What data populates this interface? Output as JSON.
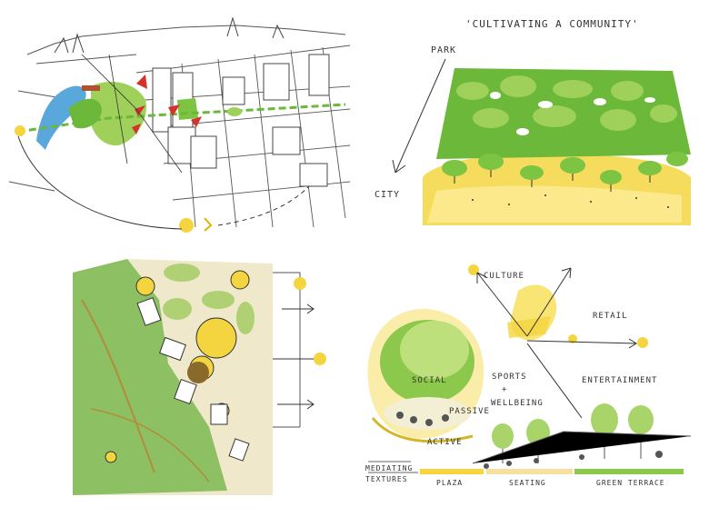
{
  "panel2": {
    "title": "'CULTIVATING A COMMUNITY'",
    "axis_top": "PARK",
    "axis_bottom": "CITY"
  },
  "panel4": {
    "labels": {
      "culture": "CULTURE",
      "retail": "RETAIL",
      "entertainment": "ENTERTAINMENT",
      "social": "SOCIAL",
      "sports": "SPORTS",
      "plus": "+",
      "wellbeing": "WELLBEING",
      "passive": "PASSIVE",
      "active": "ACTIVE",
      "mediating1": "MEDIATING",
      "mediating2": "TEXTURES",
      "plaza": "PLAZA",
      "seating": "SEATING",
      "green": "GREEN TERRACE"
    }
  },
  "colors": {
    "green": "#6bb83a",
    "yellow": "#f4d540",
    "blue": "#5aa7dc",
    "red": "#d6312a",
    "ink": "#333333"
  }
}
